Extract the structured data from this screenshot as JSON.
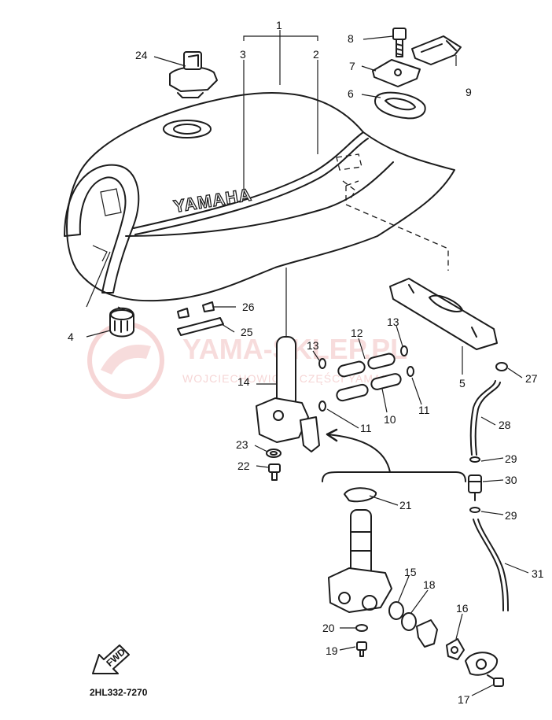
{
  "diagram": {
    "brand_text": "YAMAHA",
    "part_code": "2HL332-7270",
    "fwd_label": "FWD",
    "watermark": {
      "title": "YAMA-SKLEP.PL",
      "subtitle": "WOJCIECHOWICZ | CZĘŚCI YAMAHA"
    },
    "callouts": [
      {
        "id": "c1",
        "text": "1"
      },
      {
        "id": "c2",
        "text": "2"
      },
      {
        "id": "c3",
        "text": "3"
      },
      {
        "id": "c4",
        "text": "4"
      },
      {
        "id": "c5",
        "text": "5"
      },
      {
        "id": "c6",
        "text": "6"
      },
      {
        "id": "c7",
        "text": "7"
      },
      {
        "id": "c8",
        "text": "8"
      },
      {
        "id": "c9",
        "text": "9"
      },
      {
        "id": "c10",
        "text": "10"
      },
      {
        "id": "c11a",
        "text": "11"
      },
      {
        "id": "c11b",
        "text": "11"
      },
      {
        "id": "c12",
        "text": "12"
      },
      {
        "id": "c13a",
        "text": "13"
      },
      {
        "id": "c13b",
        "text": "13"
      },
      {
        "id": "c14",
        "text": "14"
      },
      {
        "id": "c15",
        "text": "15"
      },
      {
        "id": "c16",
        "text": "16"
      },
      {
        "id": "c17",
        "text": "17"
      },
      {
        "id": "c18",
        "text": "18"
      },
      {
        "id": "c19",
        "text": "19"
      },
      {
        "id": "c20",
        "text": "20"
      },
      {
        "id": "c21",
        "text": "21"
      },
      {
        "id": "c22",
        "text": "22"
      },
      {
        "id": "c23",
        "text": "23"
      },
      {
        "id": "c24",
        "text": "24"
      },
      {
        "id": "c25",
        "text": "25"
      },
      {
        "id": "c26",
        "text": "26"
      },
      {
        "id": "c27",
        "text": "27"
      },
      {
        "id": "c28",
        "text": "28"
      },
      {
        "id": "c29a",
        "text": "29"
      },
      {
        "id": "c29b",
        "text": "29"
      },
      {
        "id": "c30",
        "text": "30"
      },
      {
        "id": "c31",
        "text": "31"
      }
    ]
  }
}
